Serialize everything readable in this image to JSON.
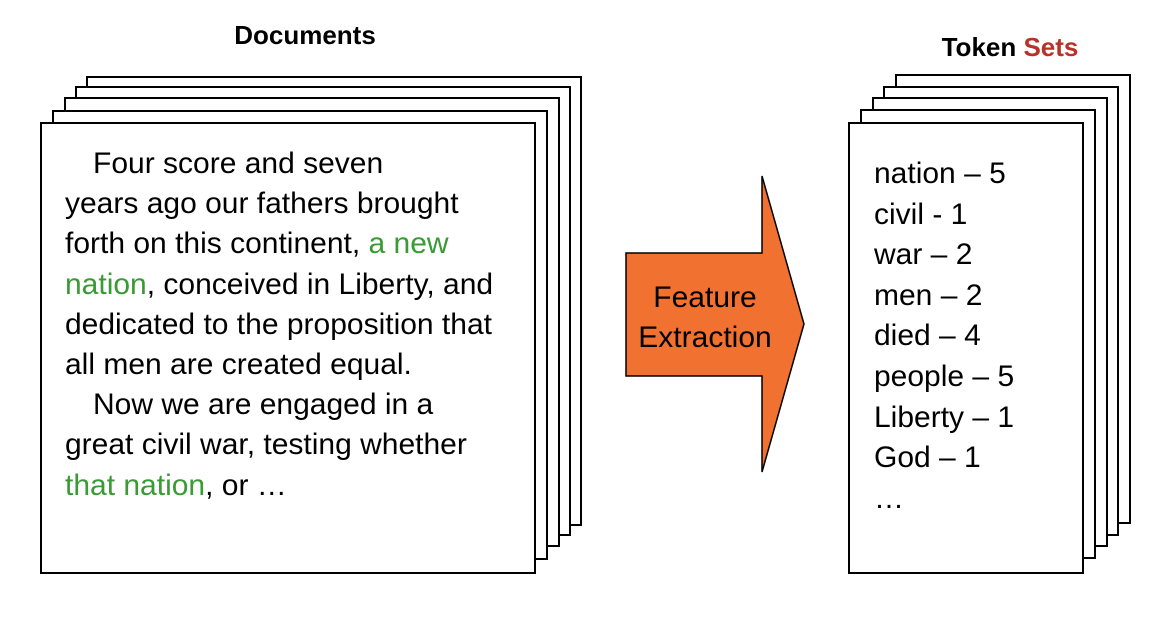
{
  "documents": {
    "title": "Documents",
    "paragraph1": {
      "lead": "Four score and seven",
      "before_highlight": "years ago our fathers brought forth on this continent, ",
      "highlight": "a new nation",
      "after_highlight": ", conceived in Liberty, and dedicated to the proposition that all men are created equal."
    },
    "paragraph2": {
      "lead": "Now we are engaged in a",
      "before_highlight": "great civil war, testing whether ",
      "highlight": "that nation",
      "after_highlight": ", or …"
    }
  },
  "arrow": {
    "label_line1": "Feature",
    "label_line2": "Extraction",
    "fill_color": "#f07130"
  },
  "token_sets": {
    "title_plain": "Token ",
    "title_accent": "Sets",
    "accent_color": "#b8322a",
    "items": [
      "nation – 5",
      "civil - 1",
      "war – 2",
      "men – 2",
      "died – 4",
      "people – 5",
      "Liberty – 1",
      "God – 1",
      "…"
    ]
  },
  "highlight_color": "#3a9a34"
}
